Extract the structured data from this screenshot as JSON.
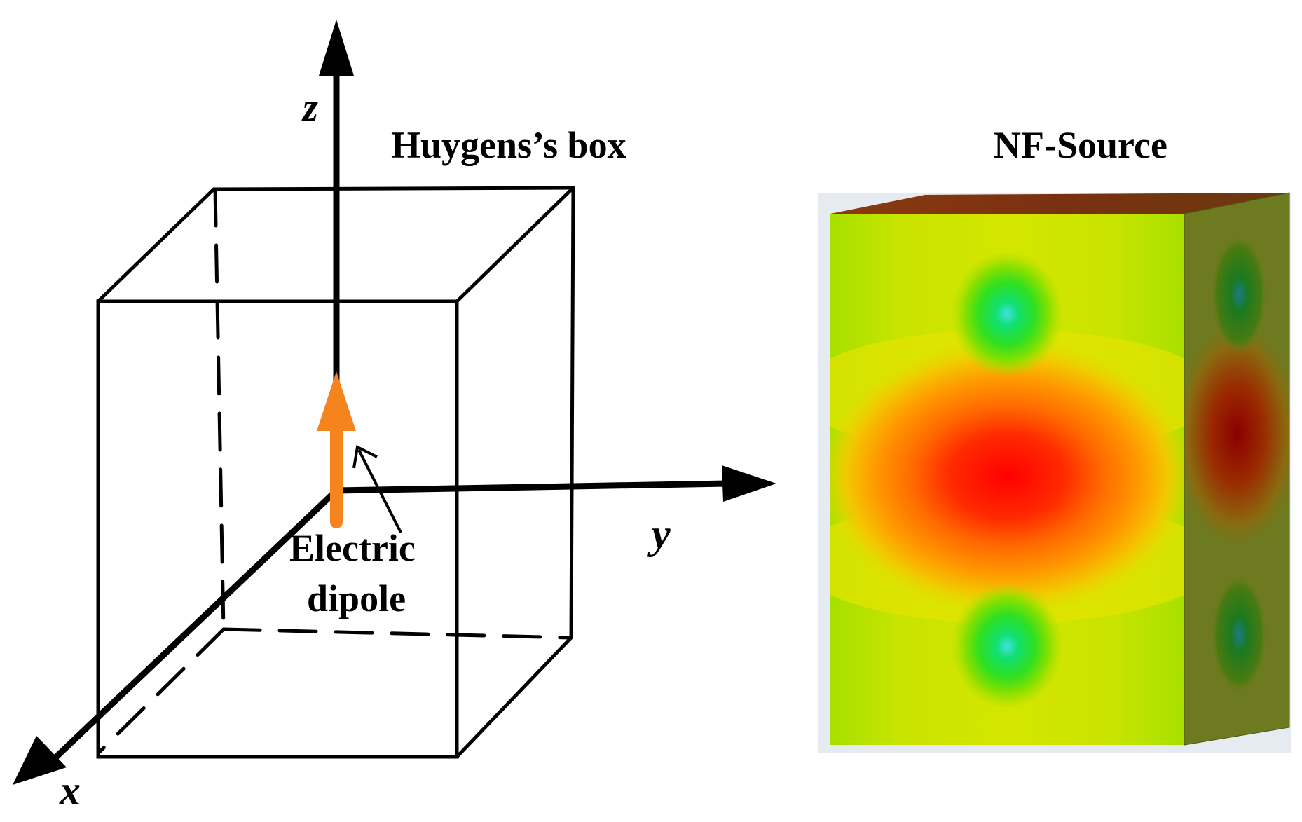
{
  "figure": {
    "left_panel": {
      "title": "Huygens’s box",
      "axes": {
        "x": "x",
        "y": "y",
        "z": "z"
      },
      "dipole_label_line1": "Electric",
      "dipole_label_line2": "dipole",
      "dipole_color": "#f5841f"
    },
    "right_panel": {
      "title": "NF-Source",
      "colormap": {
        "high": "#ff1a00",
        "mid_high": "#ff8000",
        "mid": "#e6e600",
        "low": "#a8e000",
        "min": "#00e060",
        "null": "#20c8d8"
      }
    }
  }
}
